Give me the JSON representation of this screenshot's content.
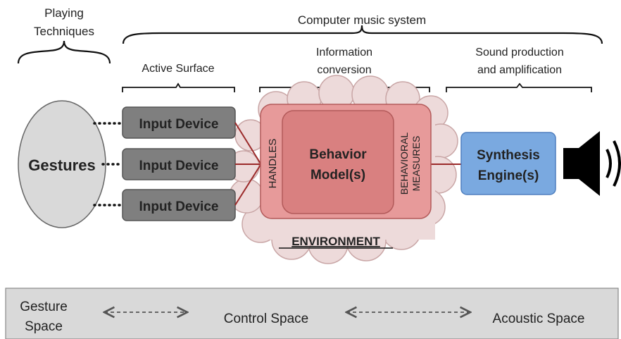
{
  "header": {
    "playing_techniques": [
      "Playing",
      "Techniques"
    ],
    "computer_music_system": "Computer music system",
    "active_surface": "Active Surface",
    "information_conversion": [
      "Information",
      "conversion"
    ],
    "sound_production": [
      "Sound production",
      "and amplification"
    ]
  },
  "gestures": {
    "label": "Gestures",
    "fill": "#d9d9d9"
  },
  "input_devices": [
    {
      "label": "Input Device"
    },
    {
      "label": "Input Device"
    },
    {
      "label": "Input Device"
    }
  ],
  "mapping": {
    "handles": "HANDLES",
    "behavior_model": [
      "Behavior",
      "Model(s)"
    ],
    "behavioral_measures": [
      "BEHAVIORAL",
      "MEASURES"
    ],
    "environment": "ENVIRONMENT"
  },
  "synthesis": {
    "label": [
      "Synthesis",
      "Engine(s)"
    ],
    "fill": "#7aa9e0"
  },
  "speaker_icon": "speaker-icon",
  "spaces": {
    "gesture_space": [
      "Gesture",
      "Space"
    ],
    "control_space": "Control Space",
    "acoustic_space": "Acoustic Space"
  },
  "colors": {
    "input_device": "#7f7f7f",
    "mapping_outer": "#e79a9a",
    "mapping_inner": "#d98080",
    "cloud": "#eddada",
    "connector": "#9b2a2a",
    "text_dark_red": "#8a1e1e",
    "footer_bg": "#d9d9d9"
  }
}
